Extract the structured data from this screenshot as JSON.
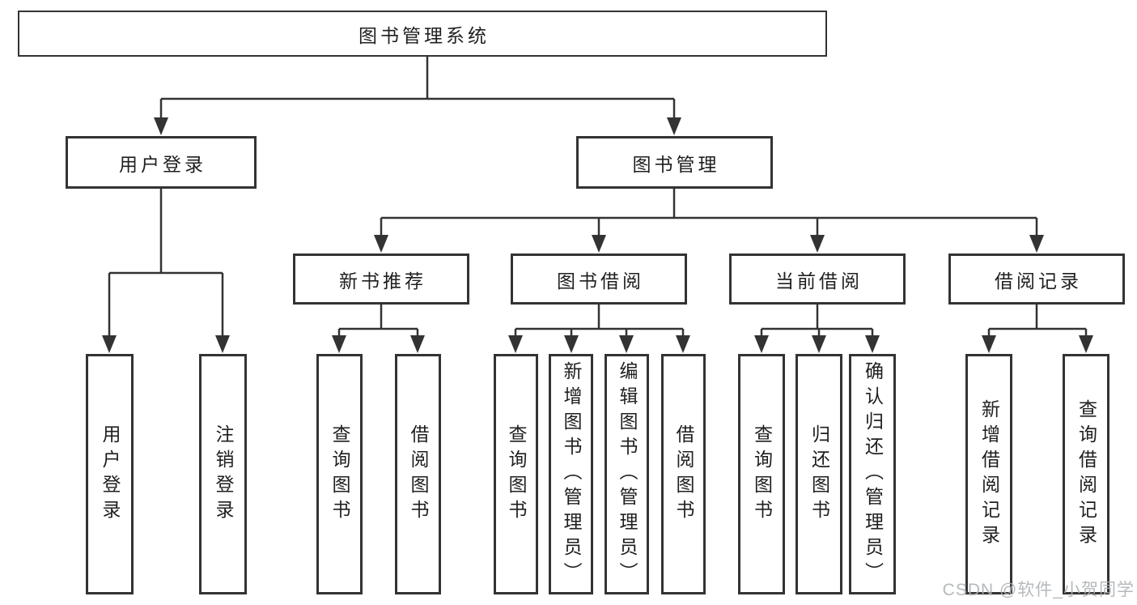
{
  "diagram": {
    "title": "图书管理系统",
    "level2": {
      "user_login": "用户登录",
      "book_management": "图书管理"
    },
    "level3": {
      "new_books": "新书推荐",
      "book_borrowing": "图书借阅",
      "current_borrowing": "当前借阅",
      "borrow_records": "借阅记录"
    },
    "leaves": {
      "user_login": [
        "用户登录",
        "注销登录"
      ],
      "new_books": [
        "查询图书",
        "借阅图书"
      ],
      "book_borrowing": [
        "查询图书",
        "新增图书（管理员）",
        "编辑图书（管理员）",
        "借阅图书"
      ],
      "current_borrowing": [
        "查询图书",
        "归还图书",
        "确认归还（管理员）"
      ],
      "borrow_records": [
        "新增借阅记录",
        "查询借阅记录"
      ]
    }
  },
  "watermark": "CSDN @软件_小贺同学",
  "colors": {
    "line": "#333333",
    "border": "#333333",
    "text": "#1f1f1f",
    "watermark": "#aeb2b5",
    "background": "#ffffff"
  }
}
